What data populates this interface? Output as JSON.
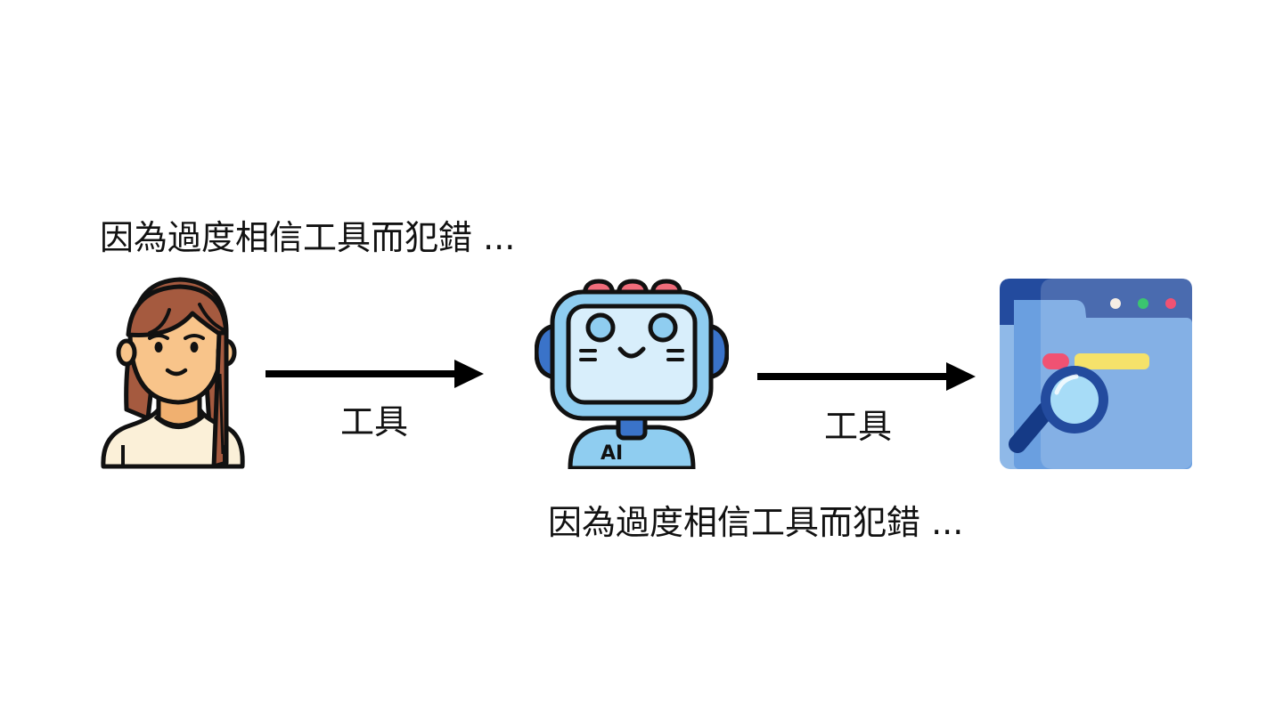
{
  "captions": {
    "top": "因為過度相信工具而犯錯 ...",
    "bottom": "因為過度相信工具而犯錯 ..."
  },
  "tool_labels": {
    "first": "工具",
    "second": "工具"
  },
  "figures": {
    "person_icon": "woman-avatar-icon",
    "robot_icon": "ai-robot-icon",
    "robot_badge": "AI",
    "browser_icon": "browser-search-icon"
  },
  "colors": {
    "arrow": "#000000",
    "robot_body": "#8fcdf0",
    "robot_screen": "#d8eefb",
    "browser_bg": "#6fa3df",
    "browser_header": "#1d3f8f",
    "hair": "#a55a3f",
    "skin": "#f8c48a"
  }
}
